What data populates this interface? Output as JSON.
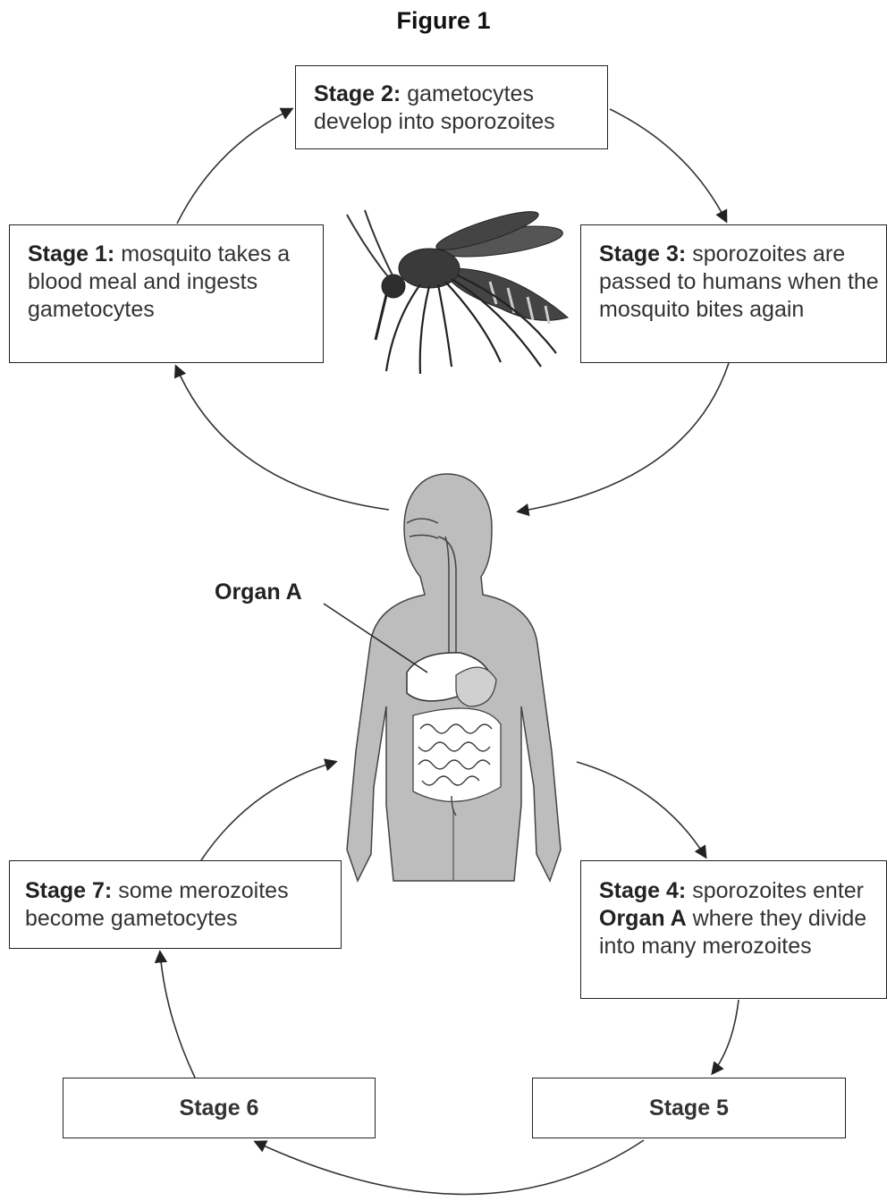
{
  "figure_title": "Figure 1",
  "stages": {
    "stage1": {
      "label": "Stage 1:",
      "text": "mosquito takes a blood meal and ingests gametocytes"
    },
    "stage2": {
      "label": "Stage 2:",
      "text": "gametocytes develop into sporozoites"
    },
    "stage3": {
      "label": "Stage 3:",
      "text": "sporozoites are passed to humans when the mosquito bites again"
    },
    "stage4": {
      "label": "Stage 4:",
      "text_before": "sporozoites enter",
      "organ": "Organ A",
      "text_after": "where they divide into many merozoites"
    },
    "stage5": {
      "label": "Stage 5"
    },
    "stage6": {
      "label": "Stage 6"
    },
    "stage7": {
      "label": "Stage 7:",
      "text": "some merozoites become gametocytes"
    }
  },
  "organ_label": "Organ A",
  "colors": {
    "body_fill": "#bdbdbd",
    "outline": "#222222",
    "organ_fill": "#ffffff"
  }
}
